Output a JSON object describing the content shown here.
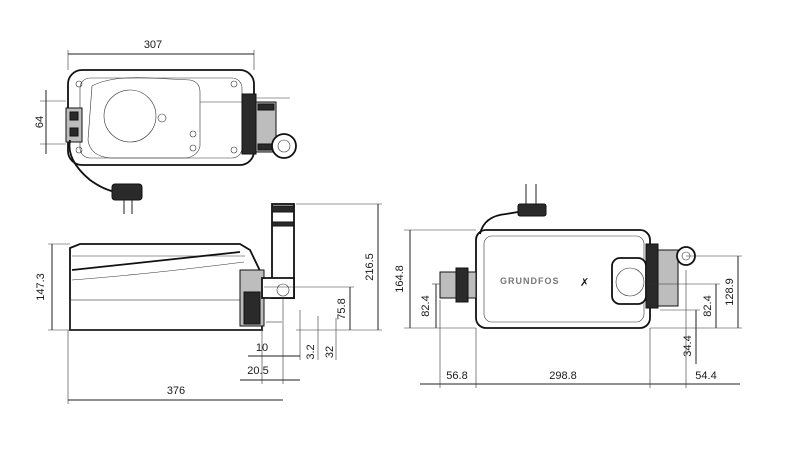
{
  "brand_label": "GRUNDFOS",
  "dimensions": {
    "top_width": "307",
    "top_height": "64",
    "side_height": "147.3",
    "side_total_height": "216.5",
    "side_outlet_height": "75.8",
    "side_offset_10": "10",
    "side_offset_3_2": "3.2",
    "side_offset_32": "32",
    "side_offset_20_5": "20.5",
    "side_length": "376",
    "front_height": "164.8",
    "front_inlet_height": "82.4",
    "front_outlet_height": "82.4",
    "front_right_height": "128.9",
    "front_low_height": "34.4",
    "front_left_offset": "56.8",
    "front_width": "298.8",
    "front_right_offset": "54.4"
  }
}
